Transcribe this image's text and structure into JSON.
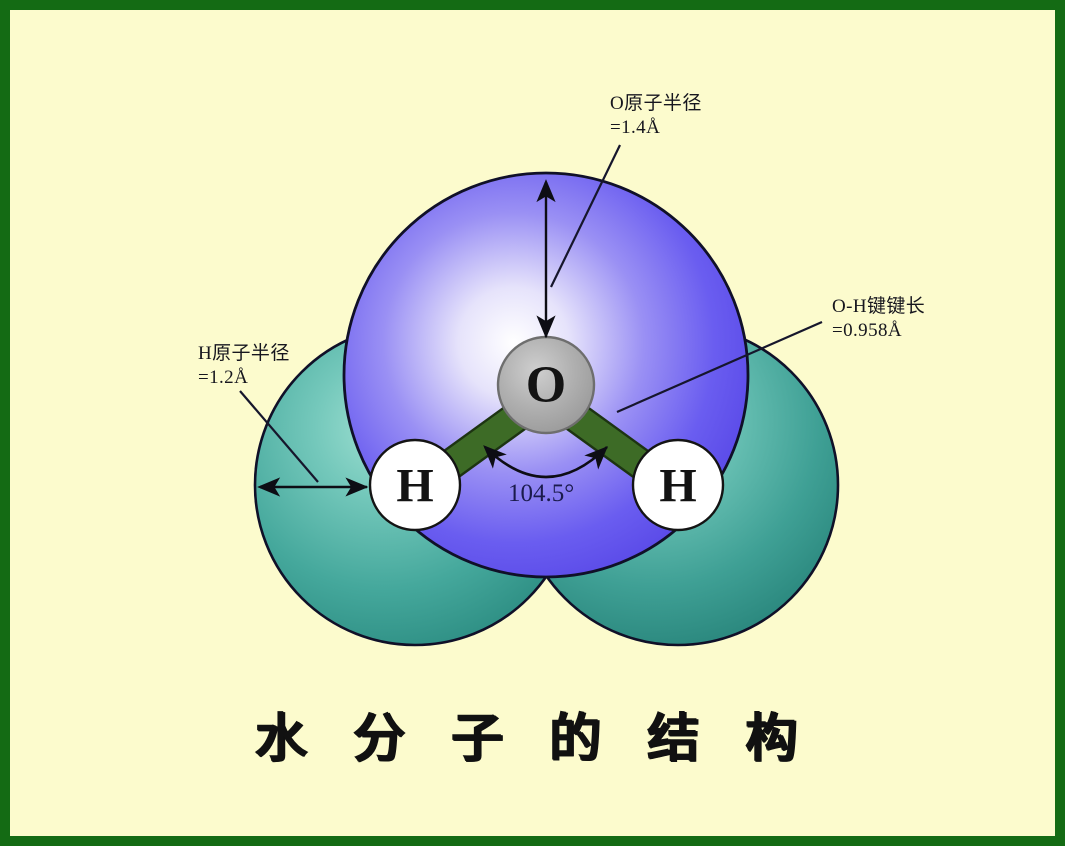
{
  "slide": {
    "border_color": "#146b14",
    "background_color": "#fcfbcd",
    "title": "水 分 子 的 结 构"
  },
  "labels": {
    "o_radius": {
      "line1": "O原子半径",
      "line2": "=1.4Å"
    },
    "oh_bond": {
      "line1": "O-H键键长",
      "line2": "=0.958Å"
    },
    "h_radius": {
      "line1": "H原子半径",
      "line2": "=1.2Å"
    },
    "bond_angle": "104.5°"
  },
  "atoms": {
    "oxygen_symbol": "O",
    "hydrogen_left_symbol": "H",
    "hydrogen_right_symbol": "H"
  },
  "colors": {
    "oxygen_shell": "#6a5df0",
    "hydrogen_shell": "#3fa79a",
    "oxygen_core": "#a8a8a8",
    "bond": "#3d6b26",
    "outline": "#101028",
    "angle_text": "#1b1b4d"
  },
  "chart_data": {
    "type": "diagram",
    "title": "水 分 子 的 结 构",
    "annotations": [
      {
        "name": "O原子半径",
        "value": "=1.4Å"
      },
      {
        "name": "O-H键键长",
        "value": "=0.958Å"
      },
      {
        "name": "H原子半径",
        "value": "=1.2Å"
      },
      {
        "name": "键角",
        "value": "104.5°"
      }
    ]
  }
}
